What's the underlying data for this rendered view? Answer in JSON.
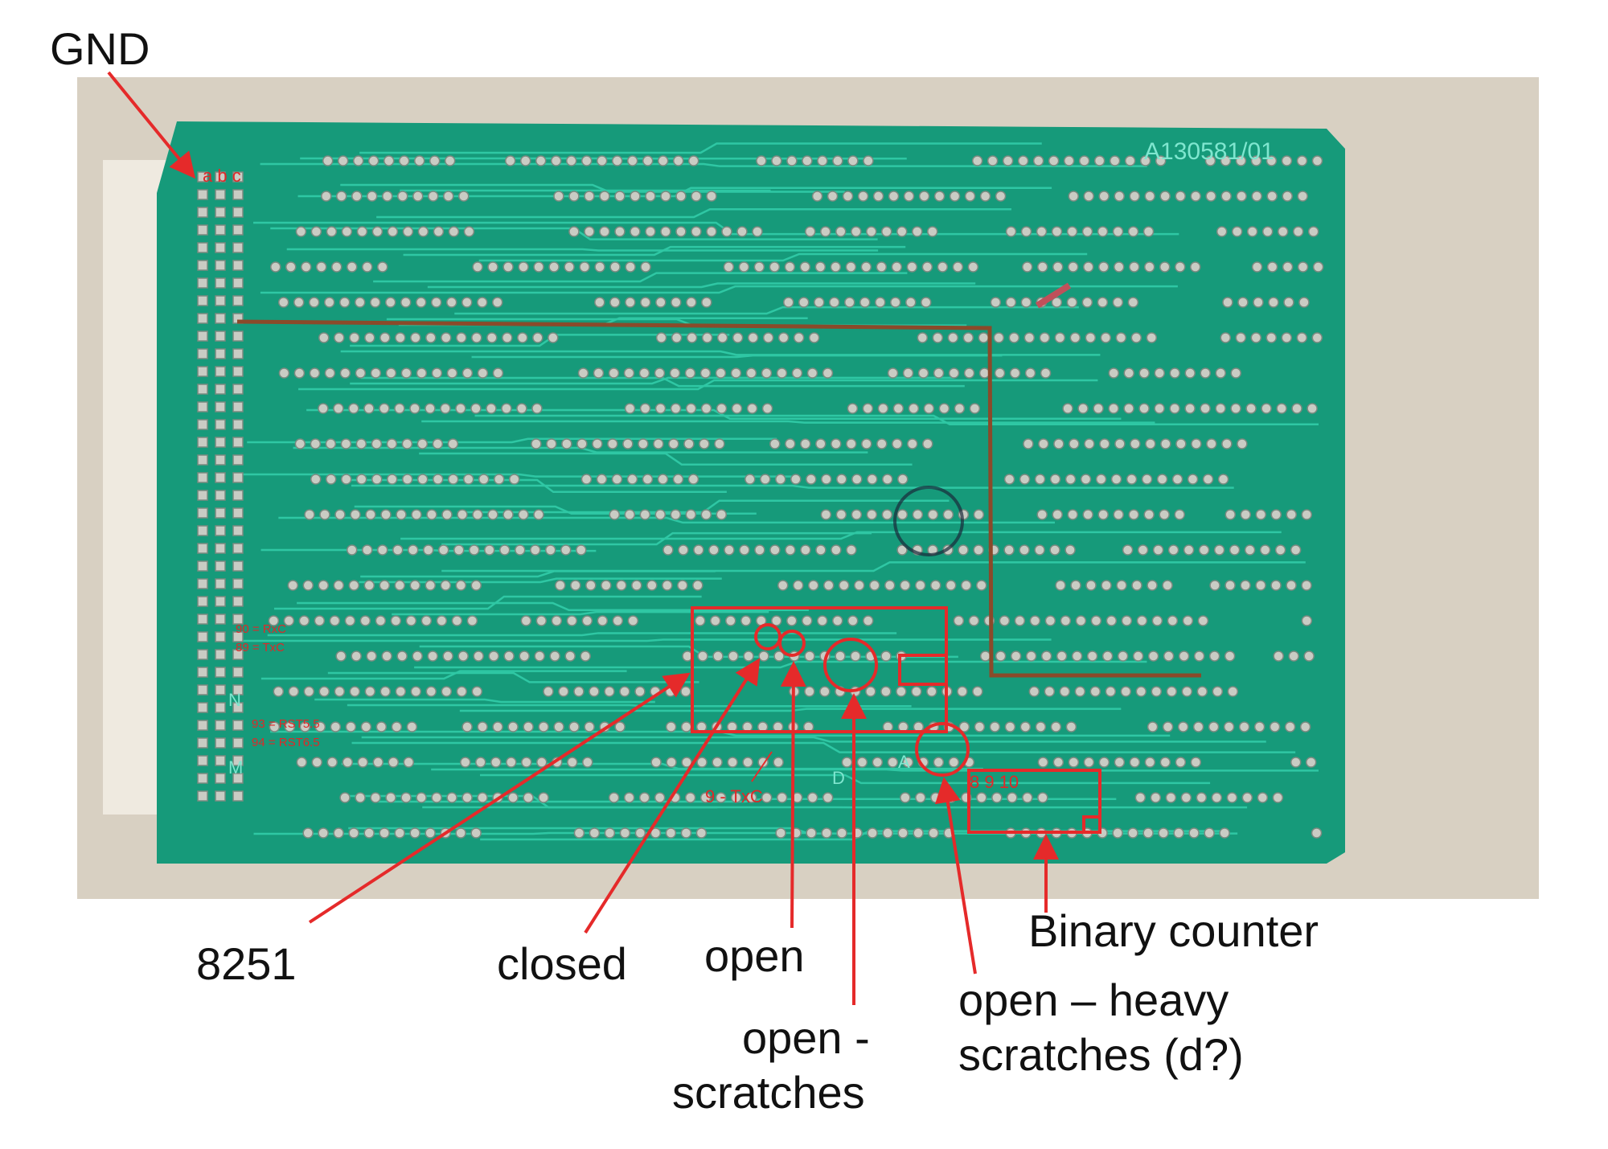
{
  "photo": {
    "board_id": "A130581/01",
    "silk_letters": {
      "n": "N",
      "m": "M",
      "d": "D",
      "a": "A"
    },
    "annotations_small": {
      "abc": "a b c",
      "rxc": "90 = RxC",
      "txc": "89 = TxC",
      "rst55": "93 = RST5.5",
      "rst65": "94 = RST6.5",
      "pin9": "9 - TxC",
      "pins": "8 9 10"
    }
  },
  "labels": {
    "gnd": "GND",
    "chip_8251": "8251",
    "closed": "closed",
    "open": "open",
    "open_scratches_1": "open -",
    "open_scratches_2": "scratches",
    "open_heavy_1": "open – heavy",
    "open_heavy_2": "scratches (d?)",
    "binary_counter": "Binary counter"
  },
  "colors": {
    "annotation": "#e52a2a",
    "pcb": "#169a7a",
    "trace": "#2fc7a4",
    "background": "#d8d0c2",
    "wire": "#8a4a2a"
  }
}
